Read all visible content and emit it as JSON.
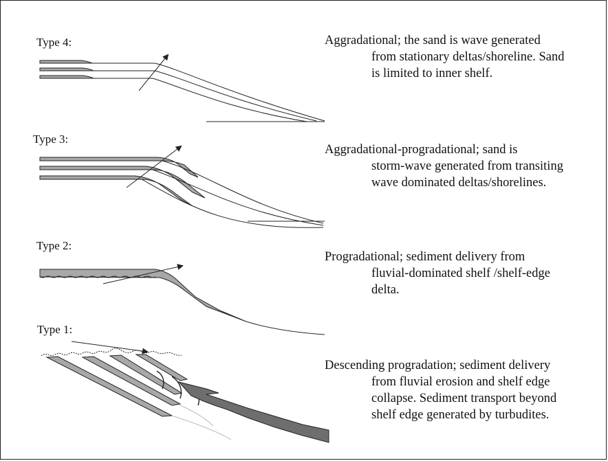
{
  "panels": [
    {
      "label": "Type 4:",
      "description": [
        "Aggradational; the sand is wave generated",
        "from stationary deltas/shoreline. Sand",
        "is limited to inner shelf."
      ]
    },
    {
      "label": "Type 3:",
      "description": [
        "Aggradational-progradational; sand is",
        "storm-wave generated from transiting",
        "wave dominated deltas/shorelines."
      ]
    },
    {
      "label": "Type 2:",
      "description": [
        "Progradational; sediment delivery from",
        "fluvial-dominated shelf /shelf-edge",
        "delta."
      ]
    },
    {
      "label": "Type 1:",
      "description": [
        "Descending progradation; sediment delivery",
        "from fluvial erosion and shelf edge",
        "collapse. Sediment transport beyond",
        "shelf edge generated by turbudites."
      ]
    }
  ],
  "colors": {
    "sand_fill": "#a8a8a8",
    "dark_fill": "#6e6e6e",
    "line": "#222222",
    "frame": "#222222"
  }
}
